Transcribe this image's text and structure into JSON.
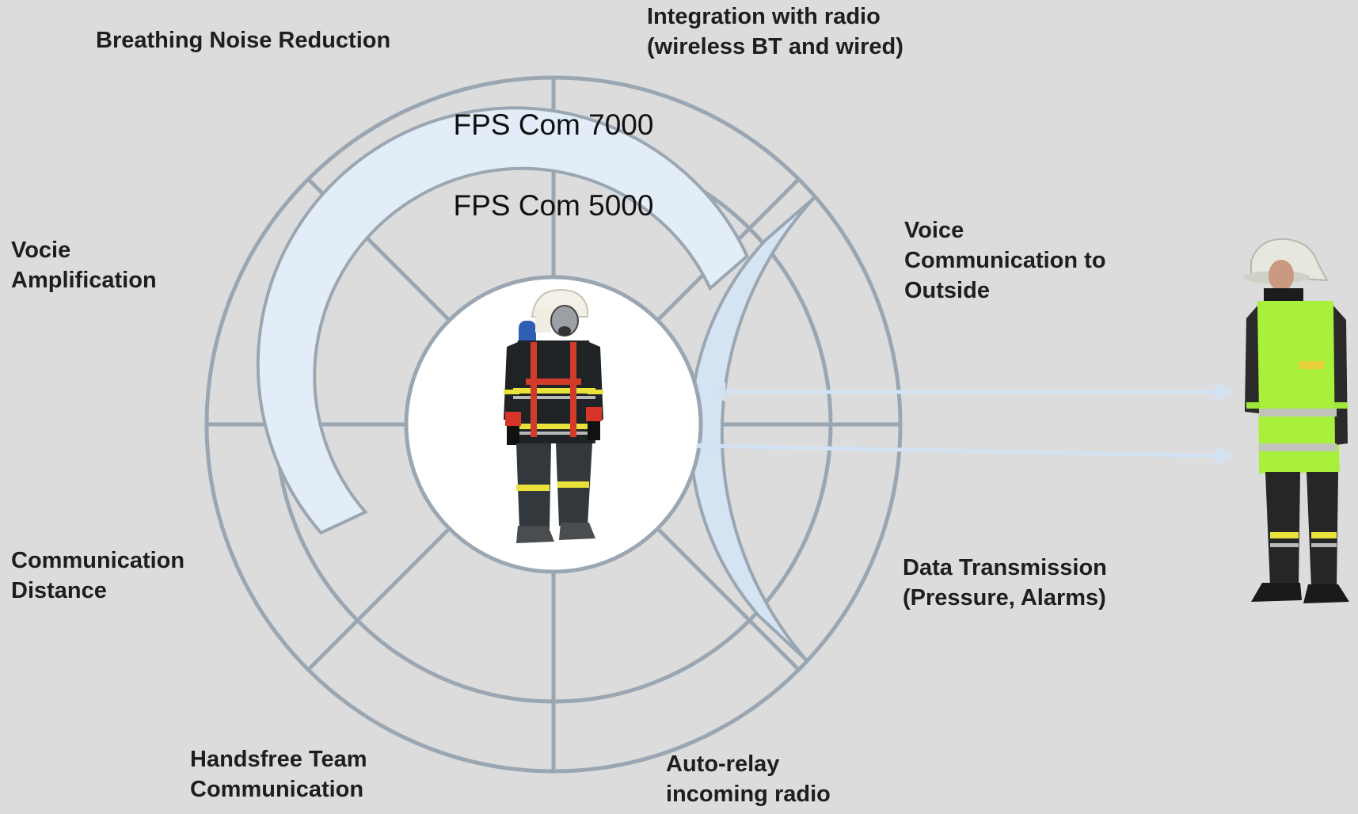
{
  "diagram": {
    "rings": {
      "outer_label": "FPS Com 7000",
      "inner_label": "FPS Com 5000"
    },
    "features": {
      "breathing_noise": {
        "lines": [
          "Breathing Noise Reduction"
        ]
      },
      "radio_integration": {
        "lines": [
          "Integration with radio",
          "(wireless BT and wired)"
        ]
      },
      "voice_amplification": {
        "lines": [
          "Vocie",
          "Amplification"
        ]
      },
      "voice_outside": {
        "lines": [
          "Voice",
          "Communication to",
          "Outside"
        ]
      },
      "comm_distance": {
        "lines": [
          "Communication",
          "Distance"
        ]
      },
      "data_transmission": {
        "lines": [
          "Data Transmission",
          "(Pressure, Alarms)"
        ]
      },
      "handsfree_team": {
        "lines": [
          "Handsfree Team",
          "Communication"
        ]
      },
      "auto_relay": {
        "lines": [
          "Auto-relay",
          "incoming radio"
        ]
      }
    },
    "colors": {
      "background": "#dcdcdc",
      "ring_outline": "#9aa7b2",
      "outer_ring_fill": "#d5e4f3",
      "inner_ring_fill": "#e3edf7",
      "arrow": "#d2e2f2",
      "center_fill": "#ffffff"
    },
    "icons": {
      "center": "firefighter-with-breathing-apparatus",
      "right": "firefighter-hi-vis-vest"
    }
  }
}
